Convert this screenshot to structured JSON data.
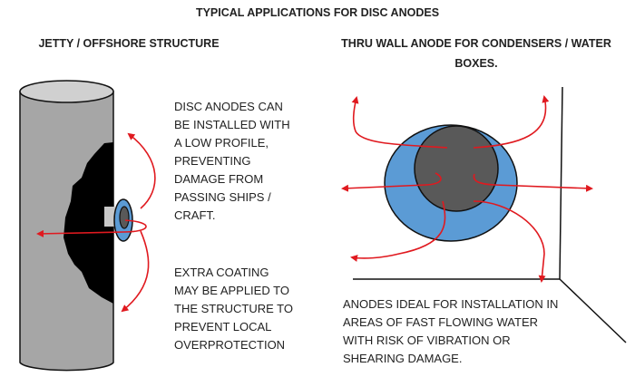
{
  "title": "TYPICAL APPLICATIONS FOR DISC ANODES",
  "left": {
    "heading": "JETTY / OFFSHORE STRUCTURE",
    "note1": [
      "DISC ANODES CAN",
      "BE INSTALLED WITH",
      "A LOW PROFILE,",
      "PREVENTING",
      "DAMAGE FROM",
      "PASSING SHIPS /",
      "CRAFT."
    ],
    "note2": [
      "EXTRA COATING",
      "MAY BE APPLIED TO",
      "THE STRUCTURE TO",
      "PREVENT LOCAL",
      "OVERPROTECTION"
    ]
  },
  "right": {
    "heading": [
      "THRU WALL ANODE FOR CONDENSERS / WATER",
      "BOXES."
    ],
    "note": [
      "ANODES IDEAL FOR INSTALLATION IN",
      "AREAS OF FAST FLOWING WATER",
      "WITH RISK OF VIBRATION OR",
      "SHEARING DAMAGE."
    ]
  },
  "colors": {
    "anode_blue": "#5b9bd5",
    "anode_core": "#595959",
    "structure": "#a6a6a6",
    "arrow": "#e0191f"
  }
}
